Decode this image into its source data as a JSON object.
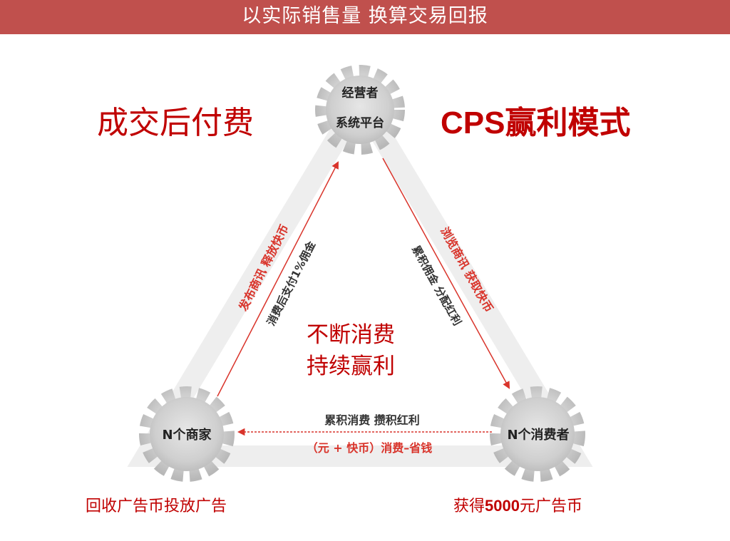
{
  "header": {
    "title": "以实际销售量   换算交易回报"
  },
  "titles": {
    "left": "成交后付费",
    "right": "CPS赢利模式"
  },
  "center": {
    "line1": "不断消费",
    "line2": "持续赢利"
  },
  "nodes": {
    "top": {
      "line1": "经营者",
      "line2": "系统平台"
    },
    "left": {
      "label": "N个商家"
    },
    "right": {
      "label": "N个消费者"
    }
  },
  "edges": {
    "left_outer": "发布商讯 释放快币",
    "left_inner": "消费后支付1%佣金",
    "right_outer": "浏览商讯 获取快币",
    "right_inner": "累积佣金 分配红利",
    "bottom_top": "累积消费   攒积红利",
    "bottom_bottom": "（元 + 快币）消费–省钱"
  },
  "footer": {
    "left": "回收广告币投放广告",
    "right_prefix": "获得",
    "right_number": "5000",
    "right_suffix": "元广告币"
  },
  "colors": {
    "banner": "#c0504d",
    "accent": "#c00000",
    "arrow": "#d9342b",
    "gear": "#c9c9c9"
  }
}
